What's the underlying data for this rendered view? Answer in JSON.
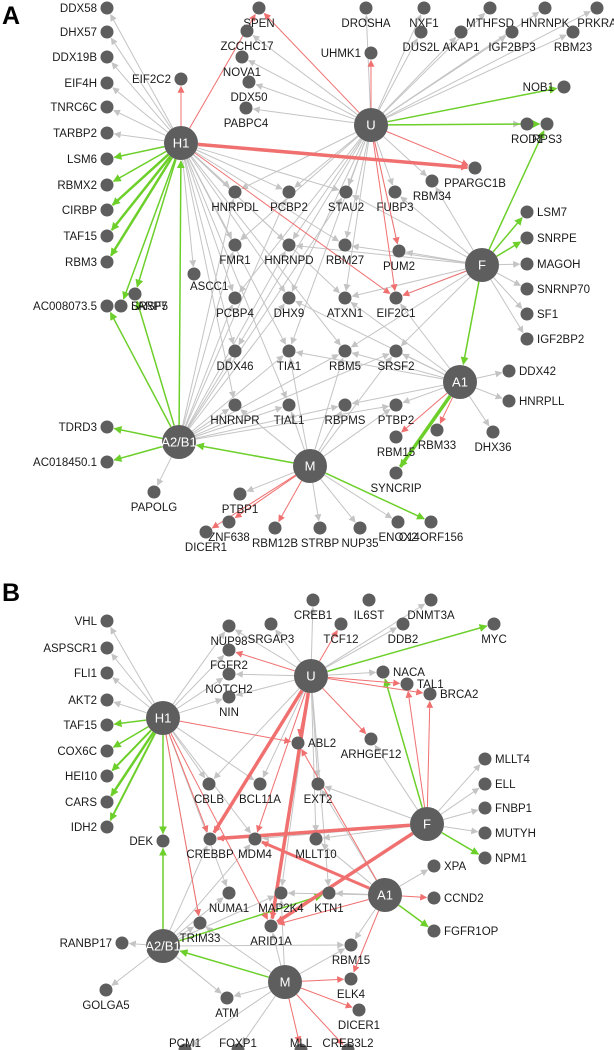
{
  "colors": {
    "node": "#5e5e5e",
    "edge_gray": "#c4c4c4",
    "edge_red": "#f07070",
    "edge_green": "#6ccf2a"
  },
  "panels": [
    {
      "id": "A",
      "letter": "A",
      "hubs": [
        {
          "id": "H1",
          "label": "H1"
        },
        {
          "id": "U",
          "label": "U"
        },
        {
          "id": "F",
          "label": "F"
        },
        {
          "id": "A1",
          "label": "A1"
        },
        {
          "id": "A2B1",
          "label": "A2/B1"
        },
        {
          "id": "M",
          "label": "M"
        }
      ],
      "nodes": [
        {
          "id": "DDX58",
          "label": "DDX58"
        },
        {
          "id": "DHX57",
          "label": "DHX57"
        },
        {
          "id": "DDX19B",
          "label": "DDX19B"
        },
        {
          "id": "EIF4H",
          "label": "EIF4H"
        },
        {
          "id": "TNRC6C",
          "label": "TNRC6C"
        },
        {
          "id": "TARBP2",
          "label": "TARBP2"
        },
        {
          "id": "LSM6",
          "label": "LSM6"
        },
        {
          "id": "RBMX2",
          "label": "RBMX2"
        },
        {
          "id": "CIRBP",
          "label": "CIRBP"
        },
        {
          "id": "TAF15",
          "label": "TAF15"
        },
        {
          "id": "RBM3",
          "label": "RBM3"
        },
        {
          "id": "AC008073_5",
          "label": "AC008073.5"
        },
        {
          "id": "SRSF5",
          "label": "SRSF5"
        },
        {
          "id": "LARP7",
          "label": "LARP7"
        },
        {
          "id": "ASCC1",
          "label": "ASCC1"
        },
        {
          "id": "EIF2C2",
          "label": "EIF2C2"
        },
        {
          "id": "SPEN",
          "label": "SPEN"
        },
        {
          "id": "ZCCHC17",
          "label": "ZCCHC17"
        },
        {
          "id": "NOVA1",
          "label": "NOVA1"
        },
        {
          "id": "DDX50",
          "label": "DDX50"
        },
        {
          "id": "PABPC4",
          "label": "PABPC4"
        },
        {
          "id": "DROSHA",
          "label": "DROSHA"
        },
        {
          "id": "UHMK1",
          "label": "UHMK1"
        },
        {
          "id": "NXF1",
          "label": "NXF1"
        },
        {
          "id": "DUS2L",
          "label": "DUS2L"
        },
        {
          "id": "MTHFSD",
          "label": "MTHFSD"
        },
        {
          "id": "AKAP1",
          "label": "AKAP1"
        },
        {
          "id": "HNRNPK",
          "label": "HNRNPK"
        },
        {
          "id": "IGF2BP3",
          "label": "IGF2BP3"
        },
        {
          "id": "PRKRA",
          "label": "PRKRA"
        },
        {
          "id": "RBM23",
          "label": "RBM23"
        },
        {
          "id": "NOB1",
          "label": "NOB1"
        },
        {
          "id": "RPS3",
          "label": "RPS3"
        },
        {
          "id": "ROD1",
          "label": "ROD1"
        },
        {
          "id": "PPARGC1B",
          "label": "PPARGC1B"
        },
        {
          "id": "RBM34",
          "label": "RBM34"
        },
        {
          "id": "HNRPDL",
          "label": "HNRPDL"
        },
        {
          "id": "PCBP2",
          "label": "PCBP2"
        },
        {
          "id": "STAU2",
          "label": "STAU2"
        },
        {
          "id": "FUBP3",
          "label": "FUBP3"
        },
        {
          "id": "FMR1",
          "label": "FMR1"
        },
        {
          "id": "HNRNPD",
          "label": "HNRNPD"
        },
        {
          "id": "RBM27",
          "label": "RBM27"
        },
        {
          "id": "PUM2",
          "label": "PUM2"
        },
        {
          "id": "LSM7",
          "label": "LSM7"
        },
        {
          "id": "SNRPE",
          "label": "SNRPE"
        },
        {
          "id": "MAGOH",
          "label": "MAGOH"
        },
        {
          "id": "SNRNP70",
          "label": "SNRNP70"
        },
        {
          "id": "SF1",
          "label": "SF1"
        },
        {
          "id": "IGF2BP2",
          "label": "IGF2BP2"
        },
        {
          "id": "PCBP4",
          "label": "PCBP4"
        },
        {
          "id": "DHX9",
          "label": "DHX9"
        },
        {
          "id": "ATXN1",
          "label": "ATXN1"
        },
        {
          "id": "EIF2C1",
          "label": "EIF2C1"
        },
        {
          "id": "DDX46",
          "label": "DDX46"
        },
        {
          "id": "TIA1",
          "label": "TIA1"
        },
        {
          "id": "RBM5",
          "label": "RBM5"
        },
        {
          "id": "SRSF2",
          "label": "SRSF2"
        },
        {
          "id": "DDX42",
          "label": "DDX42"
        },
        {
          "id": "HNRPLL",
          "label": "HNRPLL"
        },
        {
          "id": "HNRNPR",
          "label": "HNRNPR"
        },
        {
          "id": "TIAL1",
          "label": "TIAL1"
        },
        {
          "id": "RBPMS",
          "label": "RBPMS"
        },
        {
          "id": "PTBP2",
          "label": "PTBP2"
        },
        {
          "id": "RBM33",
          "label": "RBM33"
        },
        {
          "id": "DHX36",
          "label": "DHX36"
        },
        {
          "id": "TDRD3",
          "label": "TDRD3"
        },
        {
          "id": "AC018450_1",
          "label": "AC018450.1"
        },
        {
          "id": "RBM15",
          "label": "RBM15"
        },
        {
          "id": "SYNCRIP",
          "label": "SYNCRIP"
        },
        {
          "id": "PAPOLG",
          "label": "PAPOLG"
        },
        {
          "id": "PTBP1",
          "label": "PTBP1"
        },
        {
          "id": "ZNF638",
          "label": "ZNF638"
        },
        {
          "id": "DICER1",
          "label": "DICER1"
        },
        {
          "id": "RBM12B",
          "label": "RBM12B"
        },
        {
          "id": "STRBP",
          "label": "STRBP"
        },
        {
          "id": "NUP35",
          "label": "NUP35"
        },
        {
          "id": "ENOX2",
          "label": "ENOX2"
        },
        {
          "id": "C14ORF156",
          "label": "C14ORF156"
        }
      ]
    },
    {
      "id": "B",
      "letter": "B",
      "hubs": [
        {
          "id": "H1",
          "label": "H1"
        },
        {
          "id": "U",
          "label": "U"
        },
        {
          "id": "F",
          "label": "F"
        },
        {
          "id": "A1",
          "label": "A1"
        },
        {
          "id": "A2B1",
          "label": "A2/B1"
        },
        {
          "id": "M",
          "label": "M"
        }
      ],
      "nodes": [
        {
          "id": "VHL",
          "label": "VHL"
        },
        {
          "id": "ASPSCR1",
          "label": "ASPSCR1"
        },
        {
          "id": "FLI1",
          "label": "FLI1"
        },
        {
          "id": "AKT2",
          "label": "AKT2"
        },
        {
          "id": "TAF15",
          "label": "TAF15"
        },
        {
          "id": "COX6C",
          "label": "COX6C"
        },
        {
          "id": "HEI10",
          "label": "HEI10"
        },
        {
          "id": "CARS",
          "label": "CARS"
        },
        {
          "id": "IDH2",
          "label": "IDH2"
        },
        {
          "id": "DEK",
          "label": "DEK"
        },
        {
          "id": "NUP98",
          "label": "NUP98"
        },
        {
          "id": "FGFR2",
          "label": "FGFR2"
        },
        {
          "id": "NOTCH2",
          "label": "NOTCH2"
        },
        {
          "id": "NIN",
          "label": "NIN"
        },
        {
          "id": "CREB1",
          "label": "CREB1"
        },
        {
          "id": "SRGAP3",
          "label": "SRGAP3"
        },
        {
          "id": "IL6ST",
          "label": "IL6ST"
        },
        {
          "id": "TCF12",
          "label": "TCF12"
        },
        {
          "id": "DNMT3A",
          "label": "DNMT3A"
        },
        {
          "id": "DDB2",
          "label": "DDB2"
        },
        {
          "id": "MYC",
          "label": "MYC"
        },
        {
          "id": "NACA",
          "label": "NACA"
        },
        {
          "id": "TAL1",
          "label": "TAL1"
        },
        {
          "id": "BRCA2",
          "label": "BRCA2"
        },
        {
          "id": "ARHGEF12",
          "label": "ARHGEF12"
        },
        {
          "id": "ABL2",
          "label": "ABL2"
        },
        {
          "id": "CBLB",
          "label": "CBLB"
        },
        {
          "id": "BCL11A",
          "label": "BCL11A"
        },
        {
          "id": "EXT2",
          "label": "EXT2"
        },
        {
          "id": "MLLT4",
          "label": "MLLT4"
        },
        {
          "id": "ELL",
          "label": "ELL"
        },
        {
          "id": "FNBP1",
          "label": "FNBP1"
        },
        {
          "id": "MUTYH",
          "label": "MUTYH"
        },
        {
          "id": "NPM1",
          "label": "NPM1"
        },
        {
          "id": "CREBBP",
          "label": "CREBBP"
        },
        {
          "id": "MDM4",
          "label": "MDM4"
        },
        {
          "id": "MLLT10",
          "label": "MLLT10"
        },
        {
          "id": "NUMA1",
          "label": "NUMA1"
        },
        {
          "id": "MAP2K4",
          "label": "MAP2K4"
        },
        {
          "id": "KTN1",
          "label": "KTN1"
        },
        {
          "id": "XPA",
          "label": "XPA"
        },
        {
          "id": "CCND2",
          "label": "CCND2"
        },
        {
          "id": "FGFR1OP",
          "label": "FGFR1OP"
        },
        {
          "id": "TRIM33",
          "label": "TRIM33"
        },
        {
          "id": "ARID1A",
          "label": "ARID1A"
        },
        {
          "id": "RANBP17",
          "label": "RANBP17"
        },
        {
          "id": "GOLGA5",
          "label": "GOLGA5"
        },
        {
          "id": "ATM",
          "label": "ATM"
        },
        {
          "id": "RBM15",
          "label": "RBM15"
        },
        {
          "id": "ELK4",
          "label": "ELK4"
        },
        {
          "id": "DICER1",
          "label": "DICER1"
        },
        {
          "id": "PCM1",
          "label": "PCM1"
        },
        {
          "id": "FOXP1",
          "label": "FOXP1"
        },
        {
          "id": "MLL",
          "label": "MLL"
        },
        {
          "id": "CREB3L2",
          "label": "CREB3L2"
        }
      ]
    }
  ]
}
